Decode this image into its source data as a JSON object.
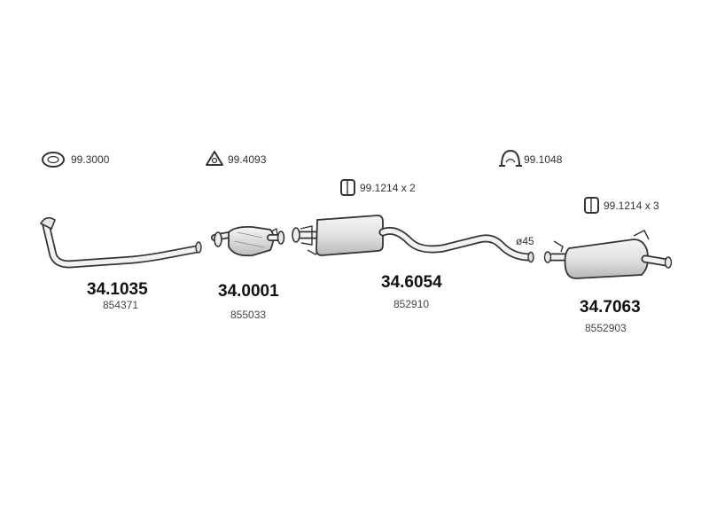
{
  "accessories": {
    "ring": "99.3000",
    "gasket": "99.4093",
    "clamp": "99.1048",
    "hanger_x2": "99.1214 x 2",
    "hanger_x3": "99.1214 x 3"
  },
  "parts": [
    {
      "number": "34.1035",
      "oem": "854371"
    },
    {
      "number": "34.0001",
      "oem": "855033"
    },
    {
      "number": "34.6054",
      "oem": "852910"
    },
    {
      "number": "34.7063",
      "oem": "8552903"
    }
  ],
  "dimension": "ø45",
  "colors": {
    "line": "#333333",
    "fill_light": "#f0f0f0",
    "fill_shade": "#c8c8c8"
  }
}
